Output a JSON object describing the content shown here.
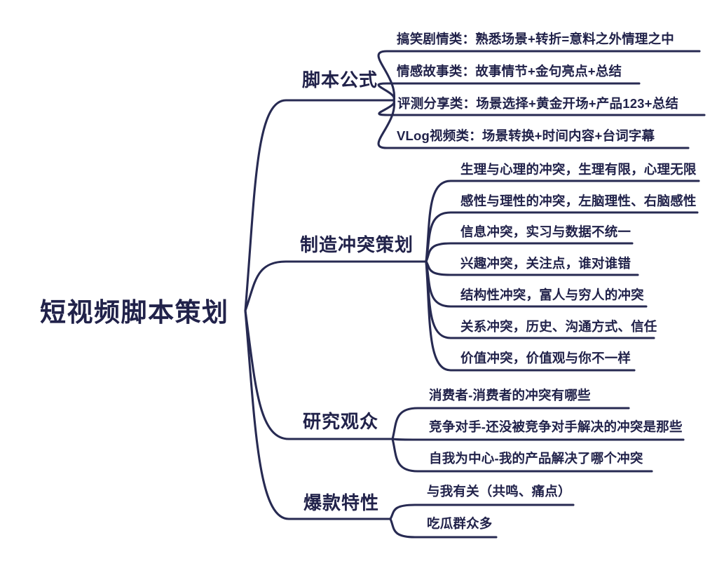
{
  "colors": {
    "ink": "#21224a",
    "line": "#272a52",
    "background": "#ffffff"
  },
  "mindmap": {
    "root": "短视频脚本策划",
    "branches": [
      {
        "label": "脚本公式",
        "children": [
          "搞笑剧情类：熟悉场景+转折=意料之外情理之中",
          "情感故事类：故事情节+金句亮点+总结",
          "评测分享类：场景选择+黄金开场+产品123+总结",
          "VLog视频类：场景转换+时间内容+台词字幕"
        ]
      },
      {
        "label": "制造冲突策划",
        "children": [
          "生理与心理的冲突，生理有限，心理无限",
          "感性与理性的冲突，左脑理性、右脑感性",
          "信息冲突，实习与数据不统一",
          "兴趣冲突，关注点，谁对谁错",
          "结构性冲突，富人与穷人的冲突",
          "关系冲突，历史、沟通方式、信任",
          "价值冲突，价值观与你不一样"
        ]
      },
      {
        "label": "研究观众",
        "children": [
          "消费者-消费者的冲突有哪些",
          "竞争对手-还没被竞争对手解决的冲突是那些",
          "自我为中心-我的产品解决了哪个冲突"
        ]
      },
      {
        "label": "爆款特性",
        "children": [
          "与我有关（共鸣、痛点）",
          "吃瓜群众多"
        ]
      }
    ]
  }
}
